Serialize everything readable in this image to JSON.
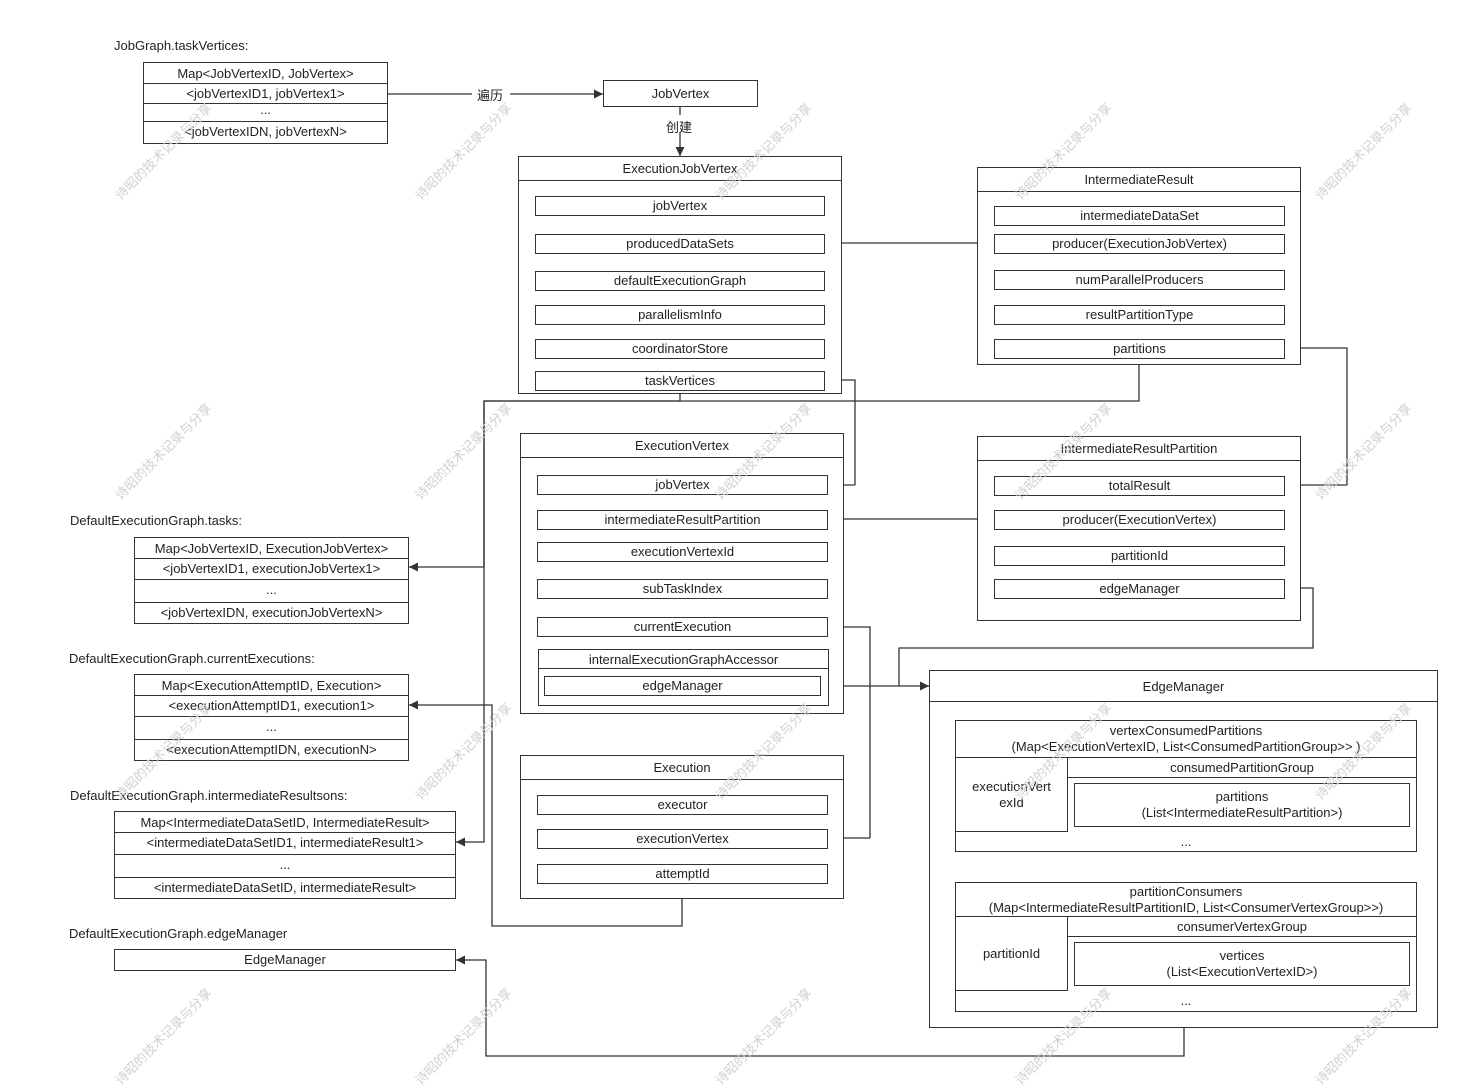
{
  "watermark": "诗昭的技术记录与分享",
  "jobgraph": {
    "label": "JobGraph.taskVertices:",
    "rows": [
      "Map<JobVertexID, JobVertex>",
      "<jobVertexID1, jobVertex1>",
      "...",
      "<jobVertexIDN, jobVertexN>"
    ]
  },
  "arrows": {
    "traverse": "遍历",
    "create": "创建"
  },
  "jobvertex": {
    "title": "JobVertex"
  },
  "ejv": {
    "title": "ExecutionJobVertex",
    "fields": [
      "jobVertex",
      "producedDataSets",
      "defaultExecutionGraph",
      "parallelismInfo",
      "coordinatorStore",
      "taskVertices"
    ]
  },
  "ir": {
    "title": "IntermediateResult",
    "fields": [
      "intermediateDataSet",
      "producer(ExecutionJobVertex)",
      "numParallelProducers",
      "resultPartitionType",
      "partitions"
    ]
  },
  "ev": {
    "title": "ExecutionVertex",
    "fields": [
      "jobVertex",
      "intermediateResultPartition",
      "executionVertexId",
      "subTaskIndex",
      "currentExecution"
    ],
    "accessor": "internalExecutionGraphAccessor",
    "accessor_field": "edgeManager"
  },
  "irp": {
    "title": "IntermediateResultPartition",
    "fields": [
      "totalResult",
      "producer(ExecutionVertex)",
      "partitionId",
      "edgeManager"
    ]
  },
  "execution": {
    "title": "Execution",
    "fields": [
      "executor",
      "executionVertex",
      "attemptId"
    ]
  },
  "tasks": {
    "label": "DefaultExecutionGraph.tasks:",
    "rows": [
      "Map<JobVertexID, ExecutionJobVertex>",
      "<jobVertexID1, executionJobVertex1>",
      "...",
      "<jobVertexIDN, executionJobVertexN>"
    ]
  },
  "current": {
    "label": "DefaultExecutionGraph.currentExecutions:",
    "rows": [
      "Map<ExecutionAttemptID, Execution>",
      "<executionAttemptID1, execution1>",
      "...",
      "<executionAttemptIDN, executionN>"
    ]
  },
  "results": {
    "label": "DefaultExecutionGraph.intermediateResultsons:",
    "rows": [
      "Map<IntermediateDataSetID, IntermediateResult>",
      "<intermediateDataSetID1, intermediateResult1>",
      "...",
      "<intermediateDataSetID, intermediateResult>"
    ]
  },
  "edgemgr_ref": {
    "label": "DefaultExecutionGraph.edgeManager",
    "value": "EdgeManager"
  },
  "edgemanager": {
    "title": "EdgeManager",
    "vcp": {
      "title1": "vertexConsumedPartitions",
      "title2": "(Map<ExecutionVertexID, List<ConsumedPartitionGroup>> )",
      "key1": "executionVert",
      "key2": "exId",
      "group": "consumedPartitionGroup",
      "inner1": "partitions",
      "inner2": "(List<IntermediateResultPartition>)",
      "more": "..."
    },
    "pc": {
      "title1": "partitionConsumers",
      "title2": "(Map<IntermediateResultPartitionID, List<ConsumerVertexGroup>>)",
      "key": "partitionId",
      "group": "consumerVertexGroup",
      "inner1": "vertices",
      "inner2": "(List<ExecutionVertexID>)",
      "more": "..."
    }
  }
}
